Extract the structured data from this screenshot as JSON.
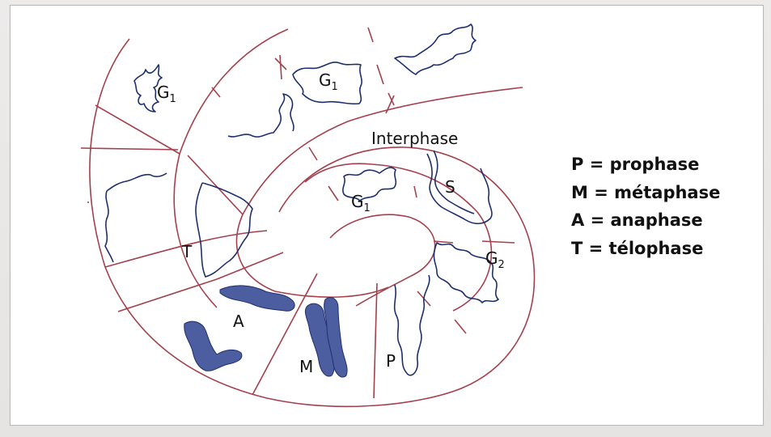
{
  "phases": {
    "interphase": "Interphase",
    "g1": "G",
    "g1_sub": "1",
    "s": "S",
    "g2": "G",
    "g2_sub": "2",
    "prophase": "P",
    "metaphase": "M",
    "anaphase": "A",
    "telophase": "T"
  },
  "legend": [
    "P = prophase",
    "M = métaphase",
    "A = anaphase",
    "T = télophase"
  ],
  "colors": {
    "line": "#a4404d",
    "chromatin": "#1e2f6e",
    "chromosome": "#4d5ea0"
  }
}
